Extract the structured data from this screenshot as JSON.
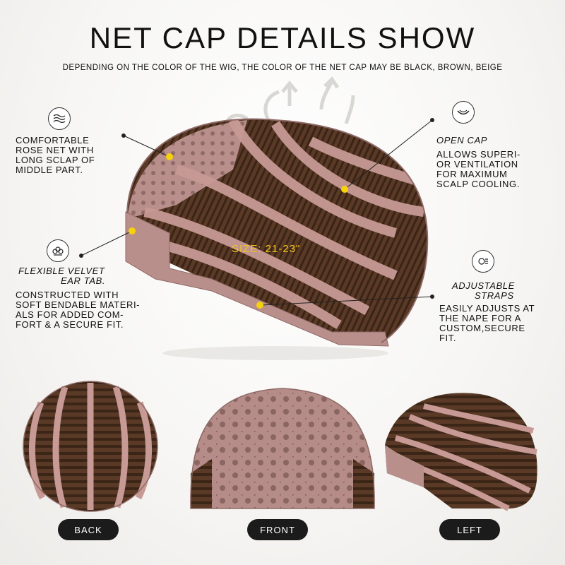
{
  "header": {
    "title": "NET CAP DETAILS SHOW",
    "subtitle": "DEPENDING ON THE COLOR OF THE WIG, THE COLOR OF THE  NET CAP MAY BE BLACK, BROWN, BEIGE"
  },
  "features": {
    "rose_net": {
      "icon": "wavy-lines-icon",
      "body": [
        "COMFORTABLE",
        "ROSE NET WITH",
        "LONG SCLAP OF",
        "MIDDLE PART."
      ]
    },
    "open_cap": {
      "icon": "open-cap-icon",
      "heading": "OPEN CAP",
      "body": [
        "ALLOWS SUPERI-",
        "OR VENTILATION",
        "FOR MAXIMUM",
        "SCALP COOLING."
      ]
    },
    "ear_tab": {
      "icon": "cotton-flower-icon",
      "heading": [
        "FLEXIBLE VELVET",
        "EAR TAB."
      ],
      "body": [
        "CONSTRUCTED WITH",
        "SOFT BENDABLE MATERI-",
        "ALS FOR ADDED COM-",
        "FORT & A SECURE FIT."
      ]
    },
    "straps": {
      "icon": "adjustable-strap-icon",
      "heading": [
        "ADJUSTABLE",
        "STRAPS"
      ],
      "body": [
        "EASILY ADJUSTS AT",
        "THE NAPE FOR A",
        "CUSTOM,SECURE",
        "FIT."
      ]
    }
  },
  "size_label": "SIZE: 21-23\"",
  "views": {
    "back": "BACK",
    "front": "FRONT",
    "left": "LEFT"
  },
  "colors": {
    "net_pink": "#b98f8c",
    "hair_brown": "#5a3a26",
    "marker_yellow": "#f5d20a"
  }
}
